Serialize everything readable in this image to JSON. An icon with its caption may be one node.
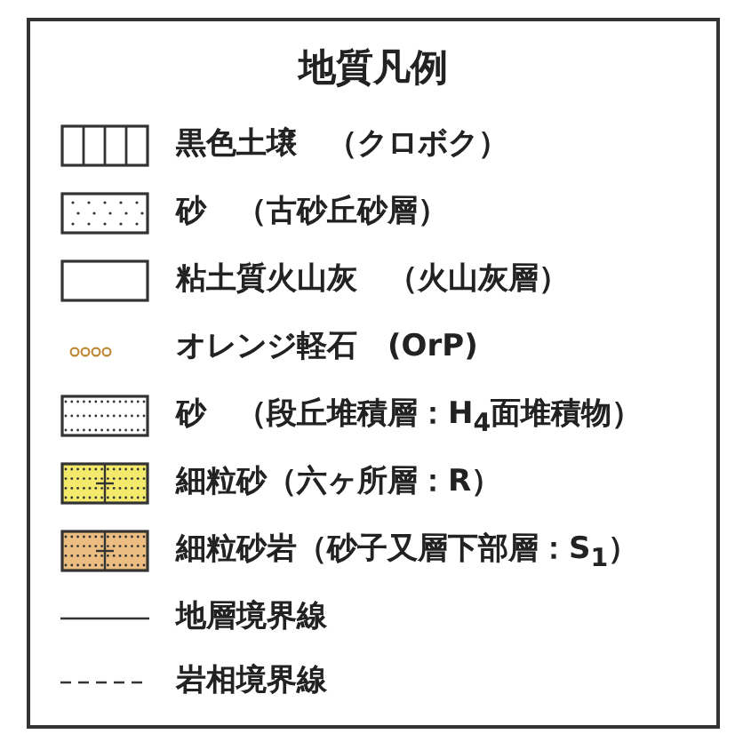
{
  "diagram": {
    "title": "地質凡例",
    "legend": [
      {
        "text": "黒色土壌　（クロボク）"
      },
      {
        "text": "砂　（古砂丘砂層）"
      },
      {
        "text": "粘土質火山灰　（火山灰層）"
      },
      {
        "text": "オレンジ軽石　(OrP)"
      },
      {
        "text": "砂　（段丘堆積層：H$_{4}$面堆積物）"
      },
      {
        "text": "細粒砂（六ヶ所層：R）",
        "color": "#f3ea6c"
      },
      {
        "text": "細粒砂岩（砂子又層下部層：S$_{1}$）",
        "color": "#ebbd80"
      },
      {
        "text": "地層境界線"
      },
      {
        "text": "岩相境界線"
      }
    ]
  }
}
